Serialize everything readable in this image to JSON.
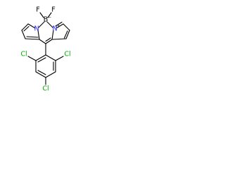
{
  "molecule": {
    "atoms": {
      "F_left": "F",
      "F_right": "F",
      "B": "B",
      "B_charge": "−",
      "N_left": "N",
      "N_right": "N",
      "N_right_charge": "+",
      "Cl_left": "Cl",
      "Cl_right": "Cl",
      "Cl_bottom": "Cl"
    },
    "colors": {
      "bond": "#000000",
      "chlorine": "#00b000",
      "nitrogen": "#1e1eff",
      "boron": "#000000",
      "fluorine": "#000000"
    }
  }
}
